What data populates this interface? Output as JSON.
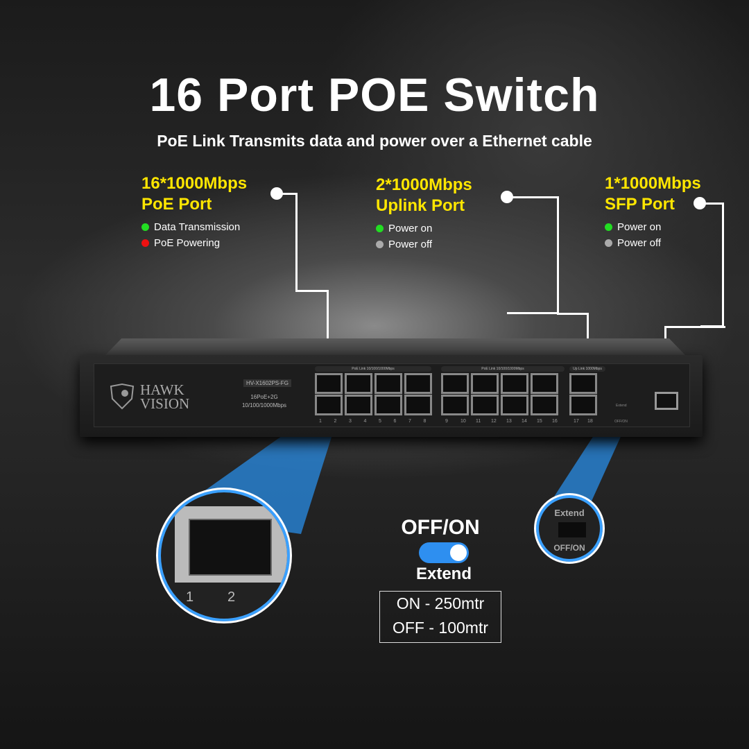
{
  "title": "16 Port POE Switch",
  "subtitle": "PoE Link Transmits data and power over a Ethernet cable",
  "callouts": [
    {
      "line1": "16*1000Mbps",
      "line2": "PoE Port",
      "legend": [
        {
          "label": "Data Transmission",
          "color": "#22dd22"
        },
        {
          "label": "PoE Powering",
          "color": "#ee1111"
        }
      ]
    },
    {
      "line1": "2*1000Mbps",
      "line2": "Uplink Port",
      "legend": [
        {
          "label": "Power on",
          "color": "#22dd22"
        },
        {
          "label": "Power off",
          "color": "#aaaaaa"
        }
      ]
    },
    {
      "line1": "1*1000Mbps",
      "line2": "SFP Port",
      "legend": [
        {
          "label": "Power on",
          "color": "#22dd22"
        },
        {
          "label": "Power off",
          "color": "#aaaaaa"
        }
      ]
    }
  ],
  "device": {
    "brand_line1": "HAWK",
    "brand_line2": "VISION",
    "model": "HV-X1602PS-FG",
    "spec1": "16PoE+2G",
    "spec2": "10/100/1000Mbps",
    "group_label_1": "PoE Link  10/100/1000Mbps",
    "group_label_2": "PoE Link  10/100/1000Mbps",
    "group_label_3": "Up Link 1000Mbps",
    "switch_top": "Extend",
    "switch_bottom": "OFF/ON",
    "port_numbers": [
      "1",
      "2",
      "3",
      "4",
      "5",
      "6",
      "7",
      "8",
      "9",
      "10",
      "11",
      "12",
      "13",
      "14",
      "15",
      "16",
      "17",
      "18"
    ]
  },
  "zoom_port": {
    "labels": [
      "1",
      "2"
    ]
  },
  "zoom_switch": {
    "top": "Extend",
    "bottom": "OFF/ON"
  },
  "extend_toggle": {
    "heading": "OFF/ON",
    "label": "Extend",
    "state": "on",
    "color": "#2e8ff0"
  },
  "range": {
    "on": "ON - 250mtr",
    "off": "OFF - 100mtr"
  }
}
